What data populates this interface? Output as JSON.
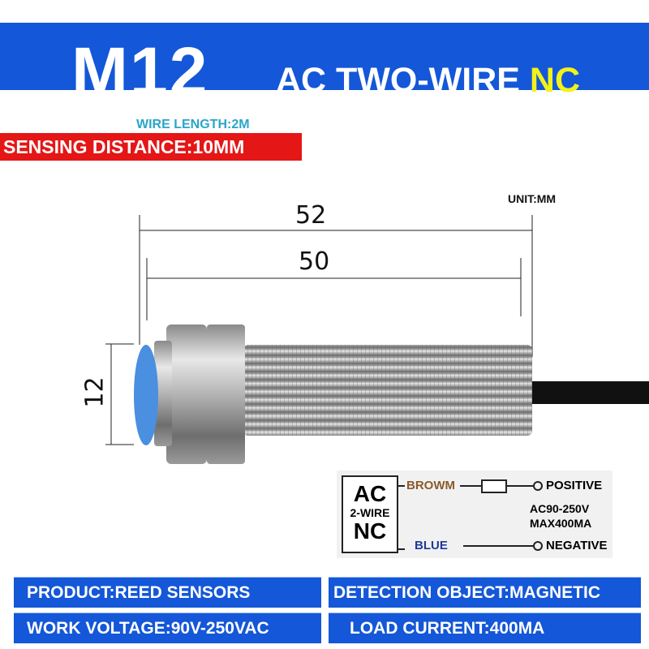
{
  "header": {
    "model": "M12",
    "subtitle": "AC TWO-WIRE",
    "subtitle_highlight": "NC"
  },
  "wire_length": "WIRE LENGTH:2M",
  "sensing_distance": "SENSING DISTANCE:10MM",
  "unit": "UNIT:MM",
  "dimensions": {
    "total": "52",
    "thread": "50",
    "diameter": "12"
  },
  "wiring": {
    "box_top": "AC",
    "box_mid": "2-WIRE",
    "box_bottom": "NC",
    "brown": "BROWM",
    "blue": "BLUE",
    "positive": "POSITIVE",
    "negative": "NEGATIVE",
    "voltage": "AC90-250V",
    "max_current": "MAX400MA"
  },
  "specs": {
    "product": "PRODUCT:REED SENSORS",
    "detection": "DETECTION OBJECT:MAGNETIC",
    "voltage": "WORK VOLTAGE:90V-250VAC",
    "load": "LOAD CURRENT:400MA"
  },
  "colors": {
    "banner": "#1457d8",
    "sense": "#e41616",
    "highlight": "#f2f21a",
    "face": "#4a8fe0"
  }
}
